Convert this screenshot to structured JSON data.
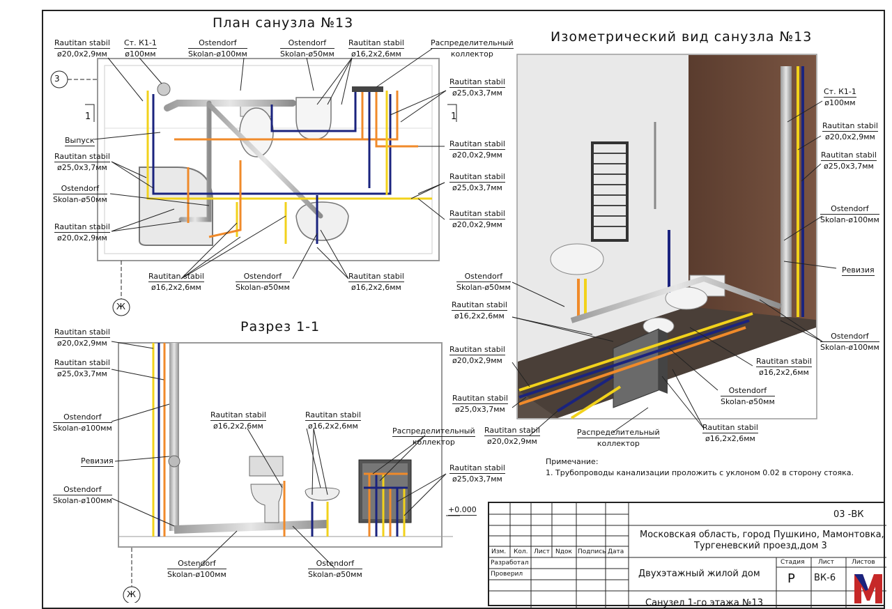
{
  "titles": {
    "plan": "План санузла  №13",
    "iso": "Изометрический вид санузла  №13",
    "section": "Разрез 1-1"
  },
  "axis_marks": {
    "plan_top": "3",
    "plan_bottom": "Ж",
    "section_bottom": "Ж",
    "cut_left": "1",
    "cut_right": "1"
  },
  "plan_labels": [
    {
      "l1": "Rautitan stabil",
      "l2": "ø20,0x2,9мм"
    },
    {
      "l1": "Ст. К1-1",
      "l2": "ø100мм"
    },
    {
      "l1": "Ostendorf",
      "l2": "Skolan-ø100мм"
    },
    {
      "l1": "Ostendorf",
      "l2": "Skolan-ø50мм"
    },
    {
      "l1": "Rautitan stabil",
      "l2": "ø16,2x2,6мм"
    },
    {
      "l1": "Распределительный",
      "l2": "коллектор"
    },
    {
      "l1": "Выпуск",
      "l2": ""
    },
    {
      "l1": "Rautitan stabil",
      "l2": "ø25,0x3,7мм"
    },
    {
      "l1": "Ostendorf",
      "l2": "Skolan-ø50мм"
    },
    {
      "l1": "Rautitan stabil",
      "l2": "ø20,0x2,9мм"
    },
    {
      "l1": "Rautitan stabil",
      "l2": "ø25,0x3,7мм"
    },
    {
      "l1": "Rautitan stabil",
      "l2": "ø20,0x2,9мм"
    },
    {
      "l1": "Rautitan stabil",
      "l2": "ø25,0x3,7мм"
    },
    {
      "l1": "Rautitan stabil",
      "l2": "ø20,0x2,9мм"
    },
    {
      "l1": "Rautitan stabil",
      "l2": "ø16,2x2,6мм"
    },
    {
      "l1": "Ostendorf",
      "l2": "Skolan-ø50мм"
    },
    {
      "l1": "Rautitan stabil",
      "l2": "ø16,2x2,6мм"
    }
  ],
  "section_labels": [
    {
      "l1": "Rautitan stabil",
      "l2": "ø20,0x2,9мм"
    },
    {
      "l1": "Rautitan stabil",
      "l2": "ø25,0x3,7мм"
    },
    {
      "l1": "Ostendorf",
      "l2": "Skolan-ø100мм"
    },
    {
      "l1": "Ревизия",
      "l2": ""
    },
    {
      "l1": "Ostendorf",
      "l2": "Skolan-ø100мм"
    },
    {
      "l1": "Rautitan stabil",
      "l2": "ø16,2x2,6мм"
    },
    {
      "l1": "Rautitan stabil",
      "l2": "ø16,2x2,6мм"
    },
    {
      "l1": "Распределительный",
      "l2": "коллектор"
    },
    {
      "l1": "Rautitan stabil",
      "l2": "ø25,0x3,7мм"
    },
    {
      "l1": "Ostendorf",
      "l2": "Skolan-ø100мм"
    },
    {
      "l1": "Ostendorf",
      "l2": "Skolan-ø50мм"
    }
  ],
  "section_level": "+0.000",
  "iso_labels": [
    {
      "l1": "Ст. К1-1",
      "l2": "ø100мм"
    },
    {
      "l1": "Rautitan stabil",
      "l2": "ø20,0x2,9мм"
    },
    {
      "l1": "Rautitan stabil",
      "l2": "ø25,0x3,7мм"
    },
    {
      "l1": "Ostendorf",
      "l2": "Skolan-ø100мм"
    },
    {
      "l1": "Ревизия",
      "l2": ""
    },
    {
      "l1": "Ostendorf",
      "l2": "Skolan-ø50мм"
    },
    {
      "l1": "Rautitan stabil",
      "l2": "ø16,2x2,6мм"
    },
    {
      "l1": "Ostendorf",
      "l2": "Skolan-ø100мм"
    },
    {
      "l1": "Rautitan stabil",
      "l2": "ø20,0x2,9мм"
    },
    {
      "l1": "Rautitan stabil",
      "l2": "ø16,2x2,6мм"
    },
    {
      "l1": "Rautitan stabil",
      "l2": "ø25,0x3,7мм"
    },
    {
      "l1": "Ostendorf",
      "l2": "Skolan-ø50мм"
    },
    {
      "l1": "Rautitan stabil",
      "l2": "ø20,0x2,9мм"
    },
    {
      "l1": "Распределительный",
      "l2": "коллектор"
    },
    {
      "l1": "Rautitan stabil",
      "l2": "ø16,2x2,6мм"
    }
  ],
  "note": {
    "title": "Примечание:",
    "text": "1. Трубопроводы канализации проложить с уклоном 0.02 в сторону стояка."
  },
  "stamp": {
    "code": "03   -ВК",
    "address1": "Московская область, город Пушкино, Мамонтовка,",
    "address2": "Тургеневский проезд,дом 3",
    "object": "Двухэтажный жилой дом",
    "stage_h": "Стадия",
    "sheet_h": "Лист",
    "sheets_h": "Листов",
    "stage": "Р",
    "sheet": "ВК-6",
    "cols": [
      "Изм.",
      "Кол.",
      "Лист",
      "Nдок",
      "Подпись",
      "Дата"
    ],
    "developed": "Разработал",
    "checked": "Проверил",
    "bottom_text": "Санузел 1-го этажа №13"
  },
  "colors": {
    "yellow": "#f2d21b",
    "blue": "#1a237e",
    "orange": "#f08a2a",
    "grey_pipe": "#b8b8b8",
    "wall": "#6b4a3a",
    "floor": "#4a3f38"
  }
}
